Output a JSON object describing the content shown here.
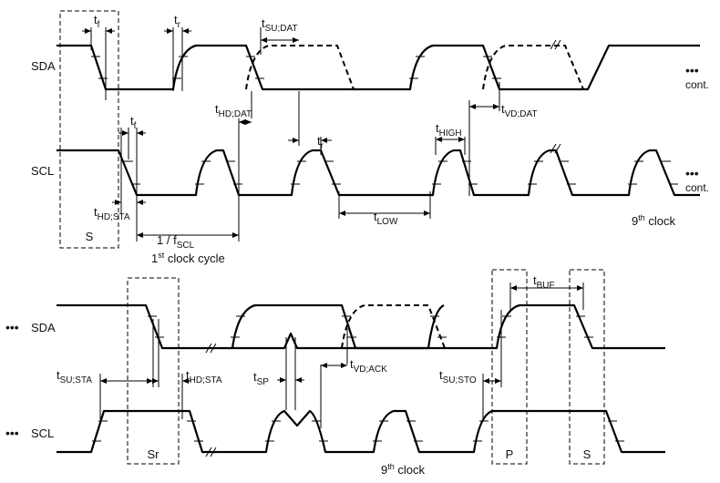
{
  "signals": {
    "top_sda": "SDA",
    "top_scl": "SCL",
    "bottom_sda": "SDA",
    "bottom_scl": "SCL",
    "ellipsis": "•••",
    "continued": "cont."
  },
  "timing": {
    "t_f": {
      "main": "t",
      "sub": "f"
    },
    "t_r": {
      "main": "t",
      "sub": "r"
    },
    "t_su_dat": {
      "main": "t",
      "sub": "SU;DAT"
    },
    "t_hd_dat": {
      "main": "t",
      "sub": "HD;DAT"
    },
    "t_vd_dat": {
      "main": "t",
      "sub": "VD;DAT"
    },
    "t_high": {
      "main": "t",
      "sub": "HIGH"
    },
    "t_low": {
      "main": "t",
      "sub": "LOW"
    },
    "t_hd_sta": {
      "main": "t",
      "sub": "HD;STA"
    },
    "t_su_sta": {
      "main": "t",
      "sub": "SU;STA"
    },
    "t_sp": {
      "main": "t",
      "sub": "SP"
    },
    "t_vd_ack": {
      "main": "t",
      "sub": "VD;ACK"
    },
    "t_su_sto": {
      "main": "t",
      "sub": "SU;STO"
    },
    "t_buf": {
      "main": "t",
      "sub": "BUF"
    },
    "f_scl": {
      "main": "1 / f",
      "sub": "SCL"
    }
  },
  "labels": {
    "first_clock": {
      "num": "1",
      "sup": "st",
      "rest": " clock cycle"
    },
    "ninth_clock": {
      "num": "9",
      "sup": "th",
      "rest": " clock"
    },
    "start": "S",
    "repeated_start": "Sr",
    "stop": "P"
  }
}
